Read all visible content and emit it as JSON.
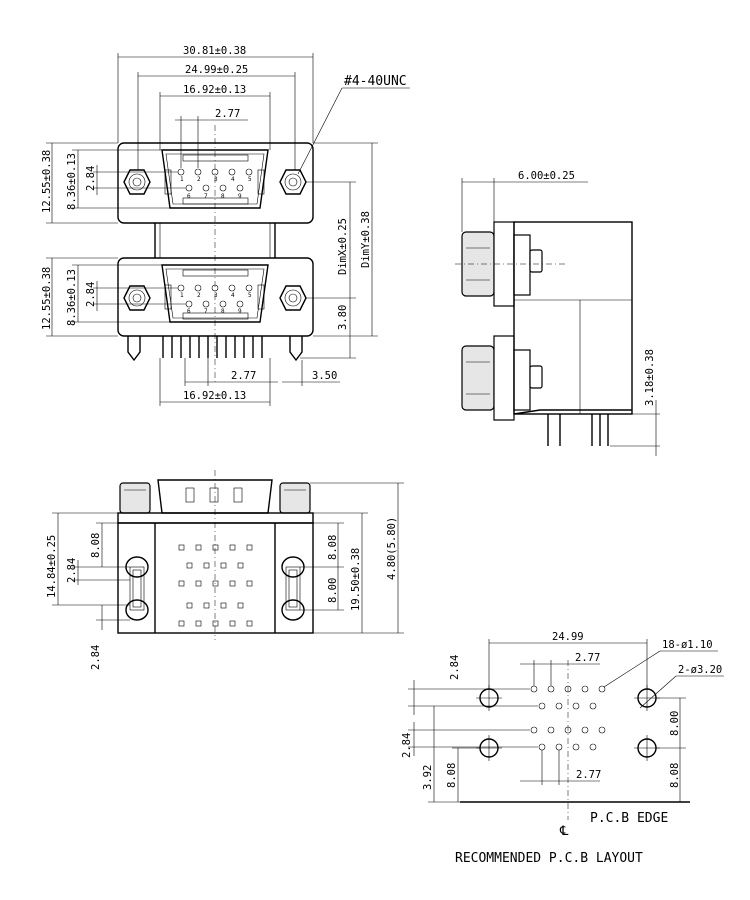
{
  "front_view": {
    "dim_overall_width": "30.81±0.38",
    "dim_flange_width": "24.99±0.25",
    "dim_shell_width": "16.92±0.13",
    "dim_pin_pitch": "2.77",
    "dim_thread": "#4-40UNC",
    "dim_top_row_height": "12.55±0.38",
    "dim_top_row_spacing": "8.36±0.13",
    "dim_top_row_pitch": "2.84",
    "dim_bot_row_height": "12.55±0.38",
    "dim_bot_row_spacing": "8.36±0.13",
    "dim_bot_row_pitch": "2.84",
    "dim_dimx": "DimX±0.25",
    "dim_dimy": "DimY±0.38",
    "dim_380": "3.80",
    "dim_350": "3.50",
    "dim_bottom_pitch": "2.77",
    "dim_bottom_shell": "16.92±0.13",
    "top_pins": [
      "1",
      "2",
      "3",
      "4",
      "5",
      "6",
      "7",
      "8",
      "9"
    ],
    "bottom_pins": [
      "1",
      "2",
      "3",
      "4",
      "5",
      "6",
      "7",
      "8",
      "9"
    ]
  },
  "side_view": {
    "dim_offset": "6.00±0.25",
    "dim_tail": "3.18±0.38"
  },
  "bottom_view": {
    "dim_height": "14.84±0.25",
    "dim_808_left": "8.08",
    "dim_284_a": "2.84",
    "dim_284_b": "2.84",
    "dim_808_right": "8.08",
    "dim_800_right": "8.00",
    "dim_1950": "19.50±0.38",
    "dim_480": "4.80(5.80)"
  },
  "pcb_layout": {
    "dim_2499": "24.99",
    "dim_277_top": "2.77",
    "dim_277_bottom": "2.77",
    "dim_holes_small": "18-ø1.10",
    "dim_holes_large": "2-ø3.20",
    "dim_284_top": "2.84",
    "dim_284_left": "2.84",
    "dim_392": "3.92",
    "dim_808_left": "8.08",
    "dim_800_right": "8.00",
    "dim_808_right": "8.08",
    "pcb_edge": "P.C.B EDGE",
    "centerline_symbol": "℄",
    "caption": "RECOMMENDED P.C.B LAYOUT"
  }
}
